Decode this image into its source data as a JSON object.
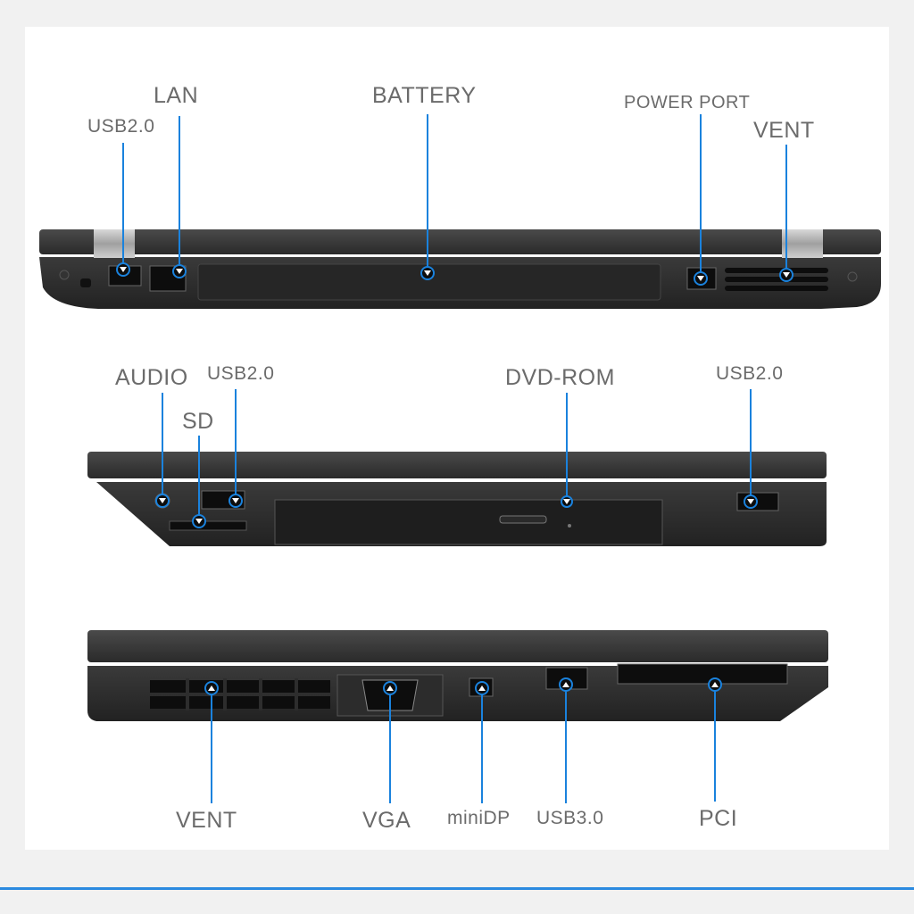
{
  "colors": {
    "accent": "#1a82dd",
    "bottom_line": "#2b8ae0",
    "body_dark": "#2a2a2a",
    "port_black": "#0d0d0d"
  },
  "views": {
    "rear": {
      "labels": {
        "usb": "USB2.0",
        "lan": "LAN",
        "battery": "BATTERY",
        "power": "POWER PORT",
        "vent": "VENT"
      }
    },
    "left": {
      "labels": {
        "audio": "AUDIO",
        "usb_left": "USB2.0",
        "sd": "SD",
        "dvd": "DVD-ROM",
        "usb_right": "USB2.0"
      }
    },
    "right": {
      "labels": {
        "vent": "VENT",
        "vga": "VGA",
        "minidp": "miniDP",
        "usb3": "USB3.0",
        "pci": "PCI"
      }
    }
  }
}
